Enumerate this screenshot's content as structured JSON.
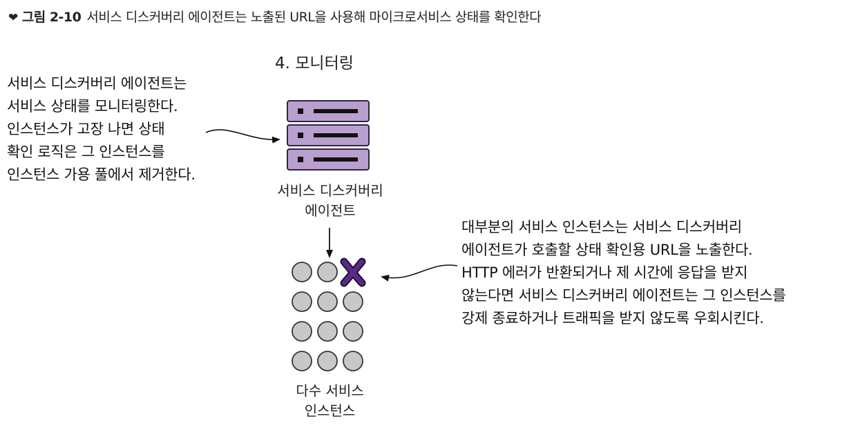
{
  "figure": {
    "caption_mark": "❤",
    "caption_number": "그림 2-10",
    "caption_text": "서비스 디스커버리 에이전트는 노출된 URL을 사용해 마이크로서비스 상태를 확인한다"
  },
  "stage_title": "4. 모니터링",
  "left_annotation": [
    "서비스 디스커버리 에이전트는",
    "서비스 상태를 모니터링한다.",
    "인스턴스가 고장 나면 상태",
    "확인 로직은 그 인스턴스를",
    "인스턴스 가용 풀에서 제거한다."
  ],
  "agent": {
    "label_line1": "서비스 디스커버리",
    "label_line2": "에이전트"
  },
  "instances": {
    "label_line1": "다수 서비스",
    "label_line2": "인스턴스",
    "grid": [
      [
        "ok",
        "ok",
        "failed"
      ],
      [
        "ok",
        "ok",
        "ok"
      ],
      [
        "ok",
        "ok",
        "ok"
      ],
      [
        "ok",
        "ok",
        "ok"
      ]
    ]
  },
  "right_annotation": [
    "대부분의 서비스 인스턴스는 서비스 디스커버리",
    "에이전트가 호출할 상태 확인용 URL을 노출한다.",
    "HTTP 에러가 반환되거나 제 시간에 응답을 받지",
    "않는다면 서비스 디스커버리 에이전트는 그 인스턴스를",
    "강제 종료하거나 트래픽을 받지 않도록 우회시킨다."
  ],
  "colors": {
    "server_fill": "#b99fcf",
    "server_stroke": "#2e2440",
    "failed_mark": "#5b2a86",
    "instance_fill": "#c8c8c8",
    "instance_stroke": "#333333"
  }
}
